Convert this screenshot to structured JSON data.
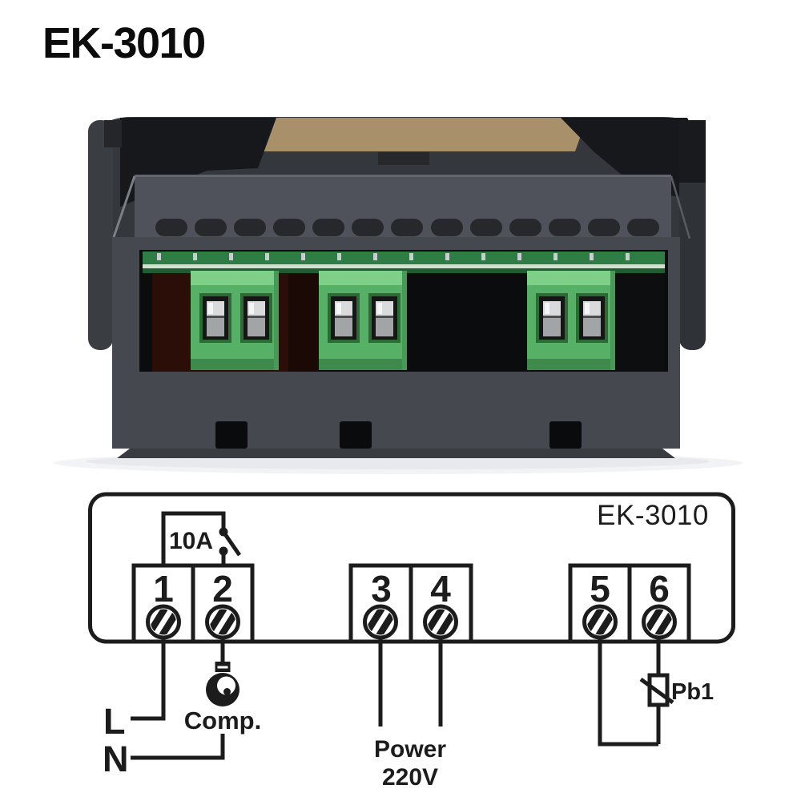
{
  "page": {
    "title": "EK-3010",
    "background_color": "#ffffff"
  },
  "photo": {
    "subject": "controller-rear-terminals",
    "colors": {
      "body_dark": "#34373c",
      "panel_gray": "#4f525a",
      "face_gray": "#45484e",
      "terminal_green": "#56b166",
      "terminal_green_light": "#7ed089",
      "pcb_green": "#2e7d44",
      "top_band_tan": "#a8906a",
      "metal_silver": "#d8dadb"
    }
  },
  "diagram": {
    "model_label": "EK-3010",
    "relay_rating": "10A",
    "terminals": [
      "1",
      "2",
      "3",
      "4",
      "5",
      "6"
    ],
    "line_label": "L",
    "neutral_label": "N",
    "load_label": "Comp.",
    "power_label_line1": "Power",
    "power_label_line2": "220V",
    "sensor_label": "Pb1",
    "line_color": "#1c1c1c",
    "icons": {
      "load": "light-bulb-icon",
      "sensor": "thermistor-icon",
      "relay": "relay-contact-icon",
      "terminal": "screw-terminal-icon"
    }
  }
}
